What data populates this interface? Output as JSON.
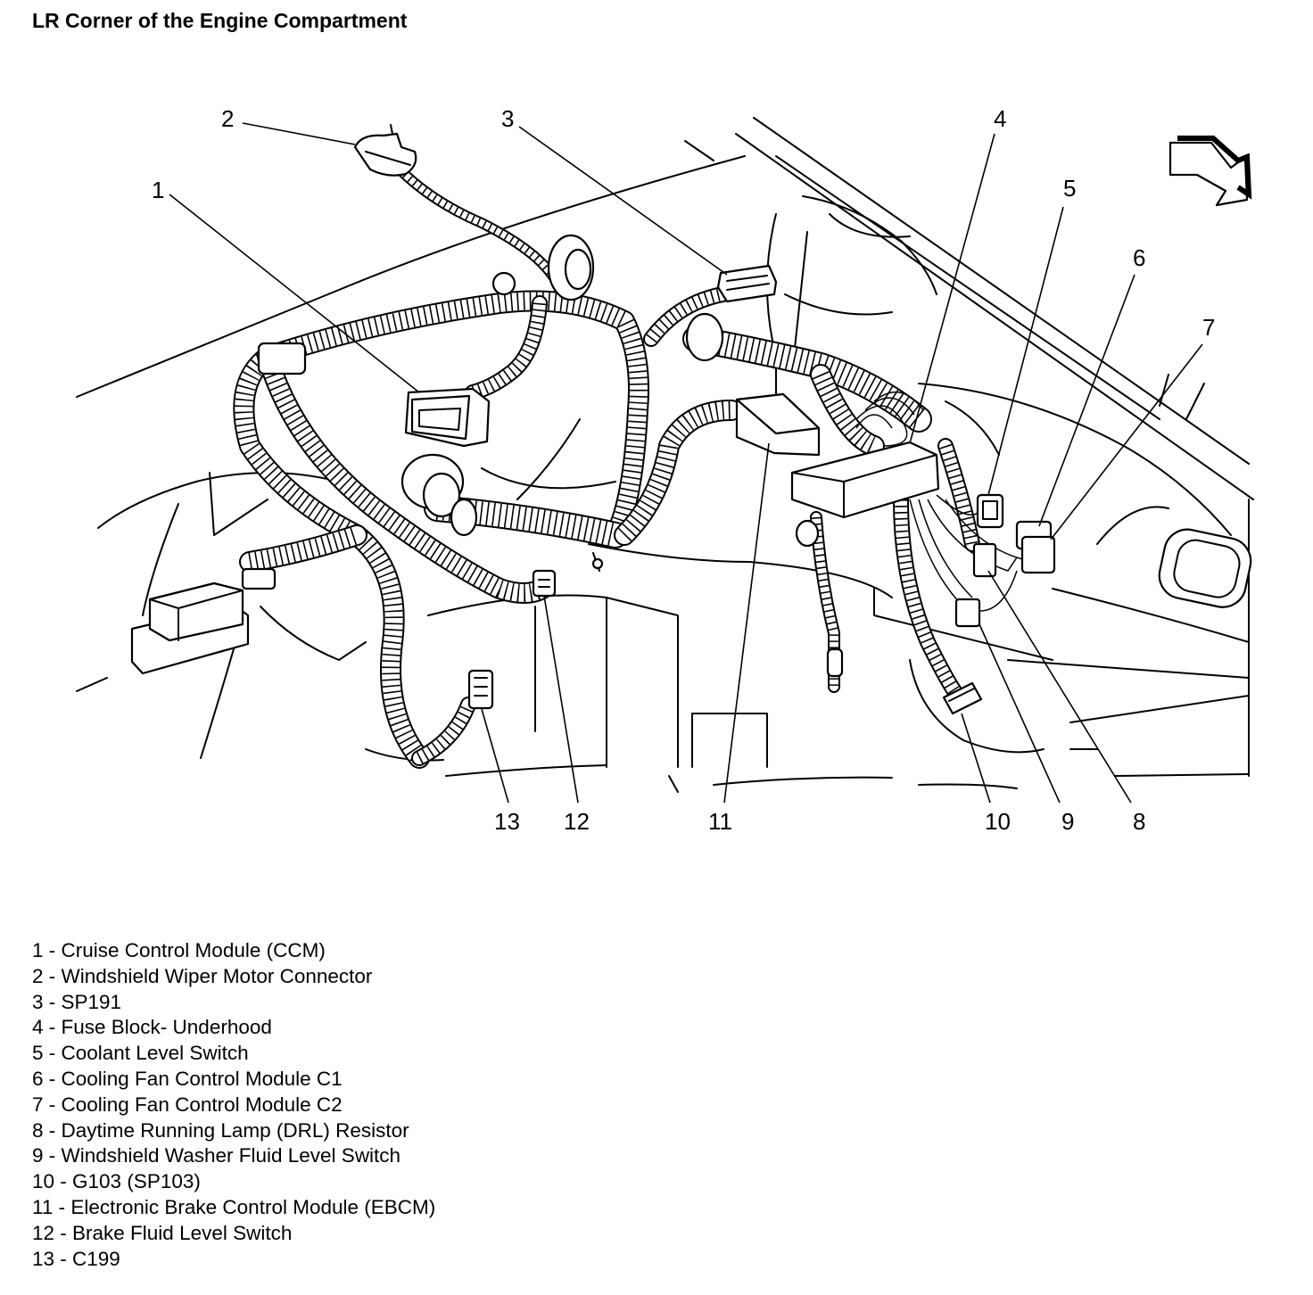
{
  "title": "LR Corner of the Engine Compartment",
  "callouts": [
    {
      "number": "1",
      "component": "Cruise Control Module (CCM)"
    },
    {
      "number": "2",
      "component": "Windshield Wiper Motor Connector"
    },
    {
      "number": "3",
      "component": "SP191"
    },
    {
      "number": "4",
      "component": "Fuse Block- Underhood"
    },
    {
      "number": "5",
      "component": "Coolant Level Switch"
    },
    {
      "number": "6",
      "component": "Cooling Fan Control Module C1"
    },
    {
      "number": "7",
      "component": "Cooling Fan Control Module C2"
    },
    {
      "number": "8",
      "component": "Daytime Running Lamp (DRL) Resistor"
    },
    {
      "number": "9",
      "component": "Windshield Washer Fluid Level Switch"
    },
    {
      "number": "10",
      "component": "G103 (SP103)"
    },
    {
      "number": "11",
      "component": "Electronic Brake Control Module (EBCM)"
    },
    {
      "number": "12",
      "component": "Brake Fluid Level Switch"
    },
    {
      "number": "13",
      "component": "C199"
    }
  ],
  "legend": [
    "1 - Cruise Control Module (CCM)",
    "2 - Windshield Wiper Motor Connector",
    "3 - SP191",
    "4 - Fuse Block- Underhood",
    "5 - Coolant Level Switch",
    "6 - Cooling Fan Control Module C1",
    "7 - Cooling Fan Control Module C2",
    "8 - Daytime Running Lamp (DRL) Resistor",
    "9 - Windshield Washer Fluid Level Switch",
    "10 - G103 (SP103)",
    "11 - Electronic Brake Control Module (EBCM)",
    "12 - Brake Fluid Level Switch",
    "13 - C199"
  ]
}
